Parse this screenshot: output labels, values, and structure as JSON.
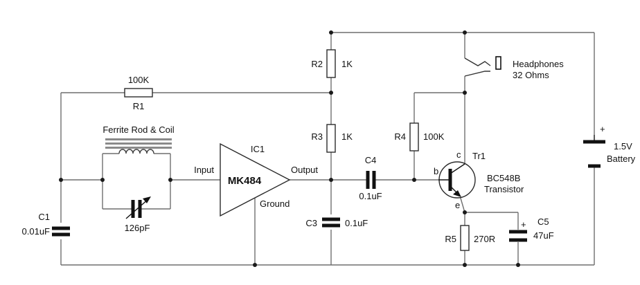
{
  "ferrite": {
    "label": "Ferrite Rod & Coil"
  },
  "input_label": "Input",
  "output_label": "Output",
  "ground_label": "Ground",
  "ic1": {
    "ref": "IC1",
    "part": "MK484"
  },
  "tuning_cap": {
    "value": "126pF"
  },
  "r1": {
    "ref": "R1",
    "value": "100K"
  },
  "r2": {
    "ref": "R2",
    "value": "1K"
  },
  "r3": {
    "ref": "R3",
    "value": "1K"
  },
  "r4": {
    "ref": "R4",
    "value": "100K"
  },
  "r5": {
    "ref": "R5",
    "value": "270R"
  },
  "c1": {
    "ref": "C1",
    "value": "0.01uF"
  },
  "c3": {
    "ref": "C3",
    "value": "0.1uF"
  },
  "c4": {
    "ref": "C4",
    "value": "0.1uF"
  },
  "c5": {
    "ref": "C5",
    "value": "47uF",
    "polarity": "+"
  },
  "transistor": {
    "ref": "Tr1",
    "part": "BC548B",
    "type": "Transistor",
    "pin_c": "c",
    "pin_b": "b",
    "pin_e": "e"
  },
  "headphones": {
    "line1": "Headphones",
    "line2": "32 Ohms"
  },
  "battery": {
    "voltage": "1.5V",
    "label": "Battery",
    "polarity": "+"
  }
}
